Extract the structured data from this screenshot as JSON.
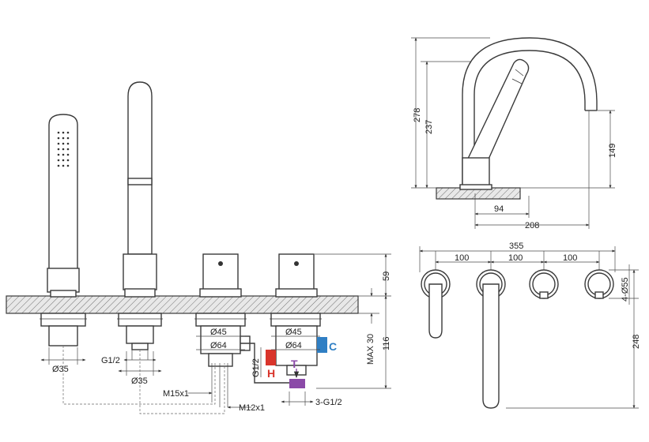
{
  "colors": {
    "hot": "#d9342b",
    "cold": "#2f7fc4",
    "outlet": "#8b4aa8",
    "line": "#3a3a3a"
  },
  "markers": {
    "hot": "H",
    "cold": "C",
    "outlet": "T"
  },
  "labels": {
    "d35_left": "Ø35",
    "g12_left": "G1/2",
    "d35_mid": "Ø35",
    "d45_a": "Ø45",
    "d64_a": "Ø64",
    "d45_b": "Ø45",
    "d64_b": "Ø64",
    "g12_side": "G1/2",
    "m15": "M15x1",
    "m12": "M12x1",
    "g12_3": "3-G1/2",
    "max30": "MAX 30",
    "h59": "59",
    "h116": "116",
    "h278": "278",
    "h237": "237",
    "h149": "149",
    "w94": "94",
    "w208": "208",
    "w355": "355",
    "s100a": "100",
    "s100b": "100",
    "s100c": "100",
    "holes": "4-Ø55",
    "h248": "248"
  }
}
